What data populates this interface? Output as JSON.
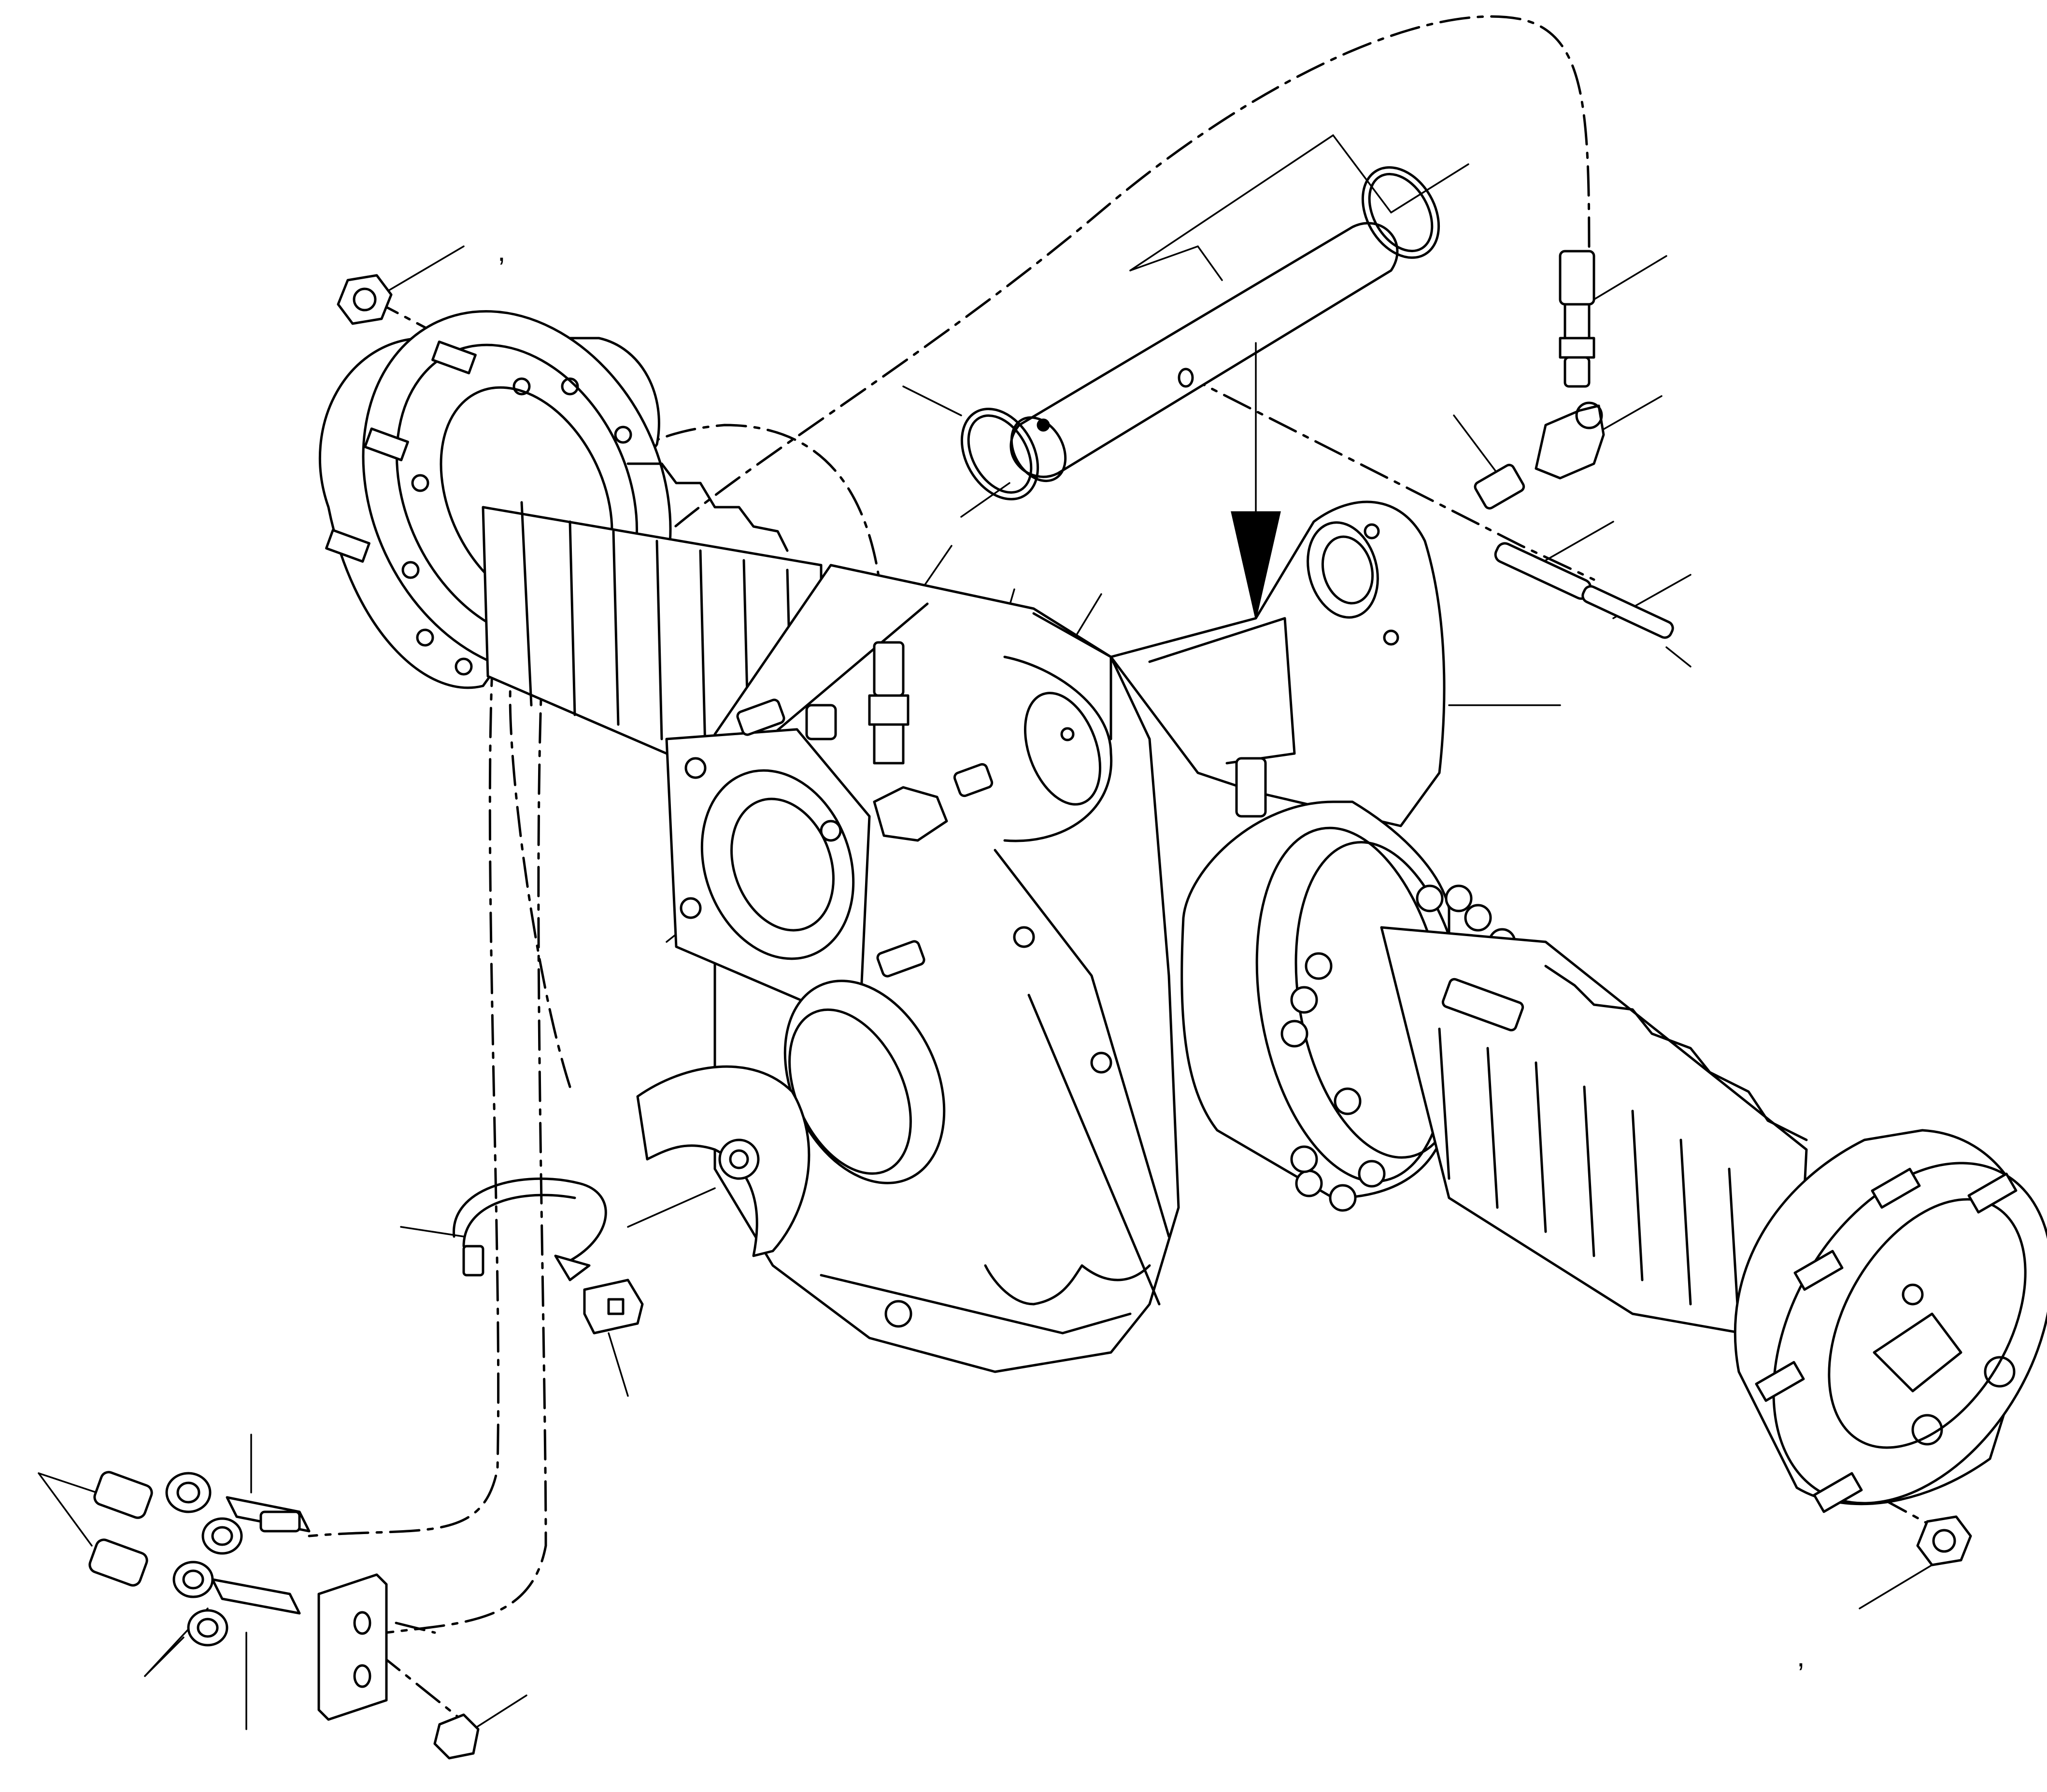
{
  "diagram": {
    "type": "exploded-parts-diagram",
    "marks": [
      {
        "id": "tick-top-left",
        "text": ","
      },
      {
        "id": "tick-bottom-right",
        "text": ","
      }
    ],
    "colors": {
      "line": "#000000",
      "background": "#ffffff"
    }
  }
}
